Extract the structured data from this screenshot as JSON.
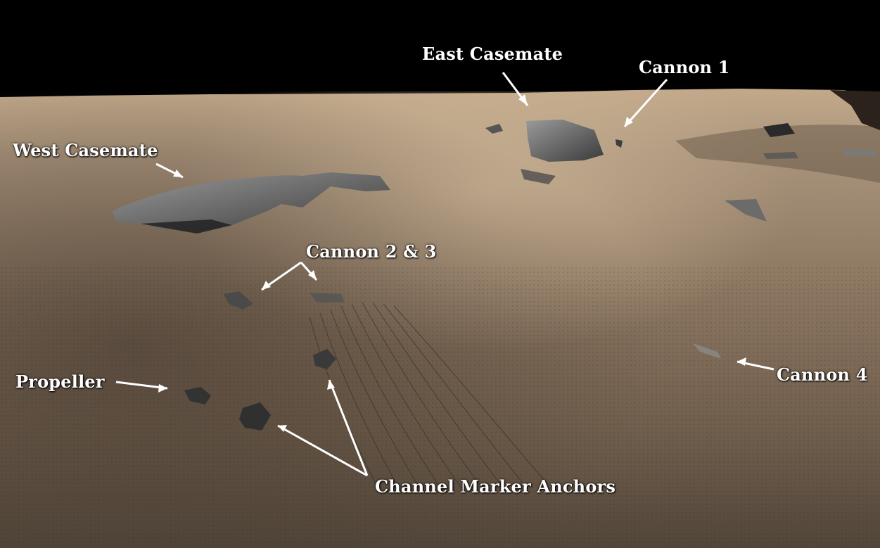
{
  "labels": {
    "east_casemate": "East Casemate",
    "cannon_1": "Cannon 1",
    "west_casemate": "West Casemate",
    "cannon_2_3": "Cannon 2 & 3",
    "propeller": "Propeller",
    "cannon_4": "Cannon 4",
    "channel_marker_anchors": "Channel Marker Anchors"
  },
  "colors": {
    "sky": "#000000",
    "seabed_light": "#b59d80",
    "seabed_mid": "#8e7a62",
    "seabed_dark": "#4d4136",
    "wreck_metal": "#6b6b6b",
    "arrow": "#ffffff"
  }
}
